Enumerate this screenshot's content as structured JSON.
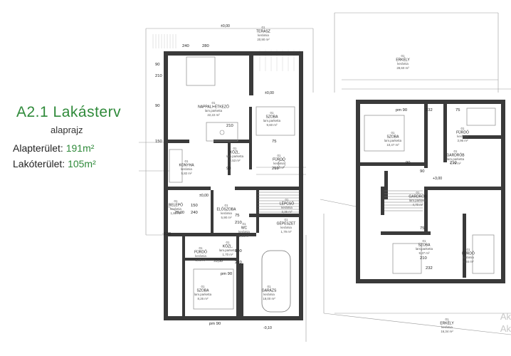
{
  "title": "A2.1 Lakásterv",
  "subtitle": "alaprajz",
  "areas": [
    {
      "label": "Alapterület:",
      "value": "191m²"
    },
    {
      "label": "Lakóterület:",
      "value": "105m²"
    }
  ],
  "watermark": [
    "Ak",
    "Ak"
  ],
  "colors": {
    "wall": "#3a3a3a",
    "accent": "#2f8a3a",
    "line": "#999999"
  },
  "ground_rooms": [
    {
      "no": "01",
      "name": "TERASZ",
      "floor": "kerámia",
      "area": "20,90 m²"
    },
    {
      "no": "01",
      "name": "NAPPALI+ÉTKEZŐ",
      "floor": "lam.parketta",
      "area": "22,22 m²"
    },
    {
      "no": "01",
      "name": "SZOBA",
      "floor": "lam.parketta",
      "area": "9,60 m²"
    },
    {
      "no": "01",
      "name": "KONYHA",
      "floor": "kerámia",
      "area": "5,82 m²"
    },
    {
      "no": "01",
      "name": "KÖZL.",
      "floor": "lam.parketta",
      "area": "2,53 m²"
    },
    {
      "no": "01",
      "name": "FÜRDŐ",
      "floor": "kerámia",
      "area": "4,14 m²"
    },
    {
      "no": "01",
      "name": "BELÉPŐ",
      "floor": "kerámia",
      "area": "1,80 m²"
    },
    {
      "no": "01",
      "name": "ELŐSZOBA",
      "floor": "kerámia",
      "area": "5,90 m²"
    },
    {
      "no": "01",
      "name": "LÉPCSŐ",
      "floor": "kerámia",
      "area": "3,36 m²"
    },
    {
      "no": "01",
      "name": "WC",
      "floor": "kerámia",
      "area": "1,44 m²"
    },
    {
      "no": "01",
      "name": "GÉPÉSZET",
      "floor": "kerámia",
      "area": "1,79 m²"
    },
    {
      "no": "01",
      "name": "KÖZL.",
      "floor": "lam.parketta",
      "area": "1,70 m²"
    },
    {
      "no": "01",
      "name": "FÜRDŐ",
      "floor": "kerámia",
      "area": "2,80 m²"
    },
    {
      "no": "01",
      "name": "SZOBA",
      "floor": "lam.parketta",
      "area": "8,26 m²"
    },
    {
      "no": "01",
      "name": "GARÁZS",
      "floor": "kerámia",
      "area": "18,00 m²"
    }
  ],
  "upper_rooms": [
    {
      "no": "01",
      "name": "ERKÉLY",
      "floor": "kerámia",
      "area": "28,60 m²"
    },
    {
      "no": "01",
      "name": "SZOBA",
      "floor": "lam.parketta",
      "area": "10,47 m²"
    },
    {
      "no": "01",
      "name": "FÜRDŐ",
      "floor": "kerámia",
      "area": "3,96 m²"
    },
    {
      "no": "01",
      "name": "GARDRÓB",
      "floor": "lam.parketta",
      "area": "1,78 m²"
    },
    {
      "no": "01",
      "name": "GARDRÓB",
      "floor": "lam.parketta",
      "area": "4,70 m²"
    },
    {
      "no": "01",
      "name": "SZOBA",
      "floor": "lam.parketta",
      "area": "9,27 m²"
    },
    {
      "no": "01",
      "name": "FÜRDŐ",
      "floor": "kerámia",
      "area": "4,34 m²"
    },
    {
      "no": "01",
      "name": "ERKÉLY",
      "floor": "kerámia",
      "area": "16,34 m²"
    }
  ],
  "levels": [
    "±0,00",
    "±0,00",
    "±0,00",
    "±0,00",
    "-0,28",
    "±0,00",
    "-0,10",
    "+3,00"
  ],
  "dims": [
    "280",
    "240",
    "90",
    "210",
    "90",
    "150",
    "210",
    "75",
    "90",
    "210",
    "150",
    "240",
    "75",
    "210",
    "100",
    "210",
    "pm 90",
    "pm 90",
    "pm 90",
    "232",
    "75",
    "90",
    "210",
    "90",
    "75",
    "210",
    "232"
  ]
}
